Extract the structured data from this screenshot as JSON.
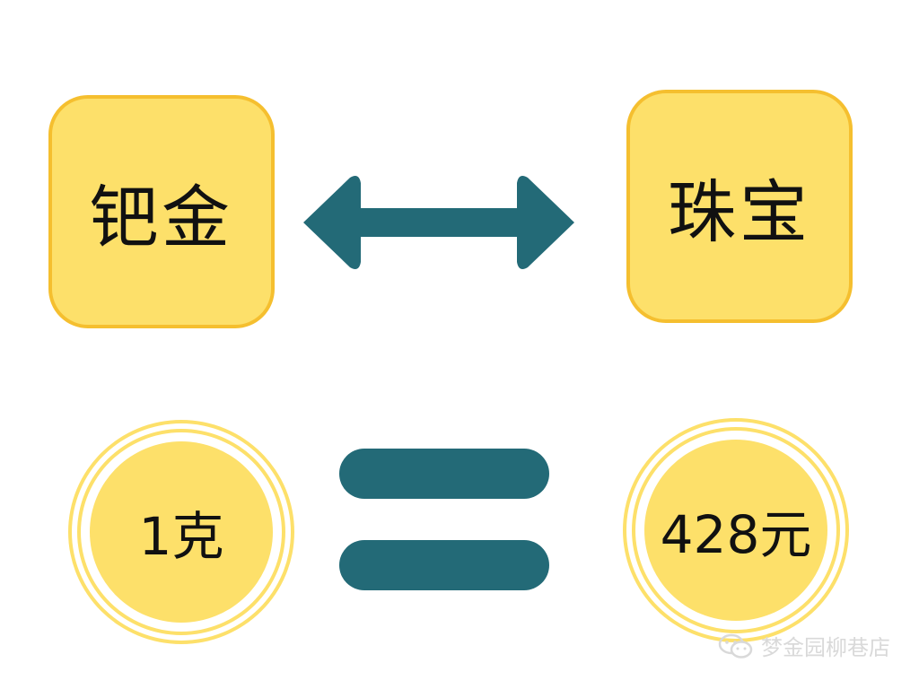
{
  "left_box": {
    "label": "钯金"
  },
  "right_box": {
    "label": "珠宝"
  },
  "left_coin": {
    "label": "1克"
  },
  "right_coin": {
    "label": "428元"
  },
  "watermark": {
    "text": "梦金园柳巷店",
    "icon": "wechat-icon"
  },
  "colors": {
    "box_fill": "#fde06a",
    "box_border": "#f5bf2f",
    "arrow": "#236a77",
    "text": "#111111"
  }
}
